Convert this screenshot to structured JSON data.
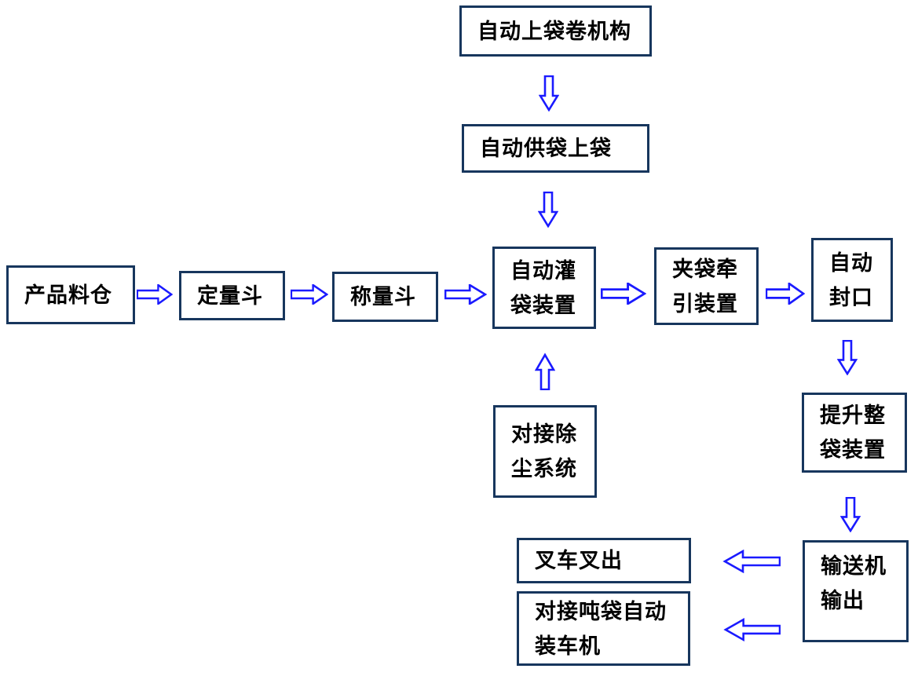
{
  "diagram": {
    "type": "flowchart",
    "nodes": [
      {
        "id": "bag-roll-mechanism",
        "label": "自动上袋卷机构"
      },
      {
        "id": "bag-supply",
        "label": "自动供袋上袋"
      },
      {
        "id": "product-silo",
        "label": "产品料仓"
      },
      {
        "id": "dosing-hopper",
        "label": "定量斗"
      },
      {
        "id": "weighing-hopper",
        "label": "称量斗"
      },
      {
        "id": "filling-device",
        "label": "自动灌\n袋装置"
      },
      {
        "id": "bag-clamp-pull",
        "label": "夹袋牵\n引装置"
      },
      {
        "id": "auto-seal",
        "label": "自动\n封口"
      },
      {
        "id": "dust-removal-system",
        "label": "对接除\n尘系统"
      },
      {
        "id": "bag-lift-device",
        "label": "提升整\n袋装置"
      },
      {
        "id": "conveyor-output",
        "label": "输送机\n输出"
      },
      {
        "id": "forklift-out",
        "label": "叉车叉出"
      },
      {
        "id": "ton-bag-truck-loader",
        "label": "对接吨袋自动\n装车机"
      }
    ],
    "connections": [
      {
        "from": "bag-roll-mechanism",
        "to": "bag-supply"
      },
      {
        "from": "bag-supply",
        "to": "filling-device"
      },
      {
        "from": "product-silo",
        "to": "dosing-hopper"
      },
      {
        "from": "dosing-hopper",
        "to": "weighing-hopper"
      },
      {
        "from": "weighing-hopper",
        "to": "filling-device"
      },
      {
        "from": "filling-device",
        "to": "bag-clamp-pull"
      },
      {
        "from": "bag-clamp-pull",
        "to": "auto-seal"
      },
      {
        "from": "dust-removal-system",
        "to": "filling-device"
      },
      {
        "from": "auto-seal",
        "to": "bag-lift-device"
      },
      {
        "from": "bag-lift-device",
        "to": "conveyor-output"
      },
      {
        "from": "conveyor-output",
        "to": "forklift-out"
      },
      {
        "from": "conveyor-output",
        "to": "ton-bag-truck-loader"
      }
    ],
    "colors": {
      "box_border": "#17365d",
      "arrow": "#1a1aff",
      "text": "#000000",
      "background": "#ffffff"
    }
  }
}
